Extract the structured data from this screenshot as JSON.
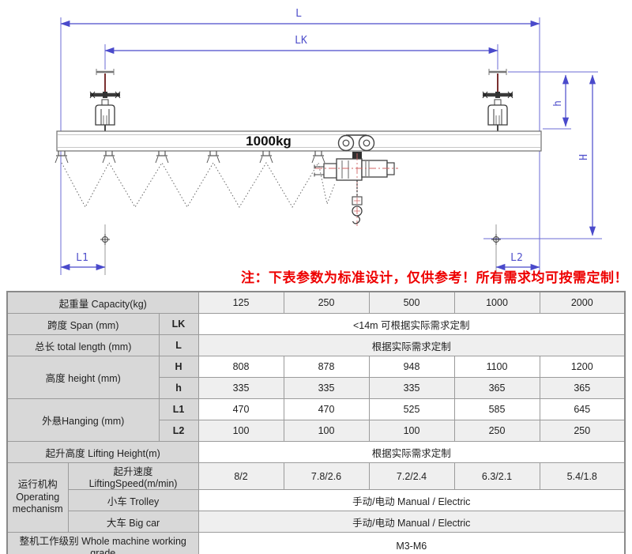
{
  "note": "注：下表参数为标准设计，仅供参考！所有需求均可按需定制！",
  "diagram": {
    "beam_label": "1000kg",
    "dims": {
      "L": "L",
      "LK": "LK",
      "h": "h",
      "H": "H",
      "L1": "L1",
      "L2": "L2"
    }
  },
  "table": {
    "header": {
      "label": "起重量 Capacity(kg)",
      "values": [
        "125",
        "250",
        "500",
        "1000",
        "2000"
      ]
    },
    "span": {
      "label": "跨度 Span (mm)",
      "sym": "LK",
      "value": "<14m 可根据实际需求定制"
    },
    "total_length": {
      "label": "总长 total length (mm)",
      "sym": "L",
      "value": "根据实际需求定制"
    },
    "height": {
      "label": "高度 height (mm)",
      "sym_H": "H",
      "H": [
        "808",
        "878",
        "948",
        "1100",
        "1200"
      ],
      "sym_h": "h",
      "h": [
        "335",
        "335",
        "335",
        "365",
        "365"
      ]
    },
    "hanging": {
      "label": "外悬Hanging (mm)",
      "sym_L1": "L1",
      "L1": [
        "470",
        "470",
        "525",
        "585",
        "645"
      ],
      "sym_L2": "L2",
      "L2": [
        "100",
        "100",
        "100",
        "250",
        "250"
      ]
    },
    "lifting_height": {
      "label": "起升高度 Lifting Height(m)",
      "value": "根据实际需求定制"
    },
    "operating": {
      "label": "运行机构\nOperating\nmechanism",
      "speed": {
        "label": "起升速度 LiftingSpeed(m/min)",
        "values": [
          "8/2",
          "7.8/2.6",
          "7.2/2.4",
          "6.3/2.1",
          "5.4/1.8"
        ]
      },
      "trolley": {
        "label": "小车 Trolley",
        "value": "手动/电动 Manual / Electric"
      },
      "bigcar": {
        "label": "大车 Big car",
        "value": "手动/电动 Manual / Electric"
      }
    },
    "grade": {
      "label": "整机工作级别 Whole machine working grade",
      "value": "M3-M6"
    }
  },
  "colors": {
    "dimension_blue": "#5151cc",
    "note_red": "#ee0000",
    "label_cell_gray": "#d8d8d8",
    "alt_row_gray": "#efefef",
    "drawing_dark": "#3f3f3f",
    "centerline_red": "#d06565",
    "rod_dark_red": "#7b3030"
  }
}
